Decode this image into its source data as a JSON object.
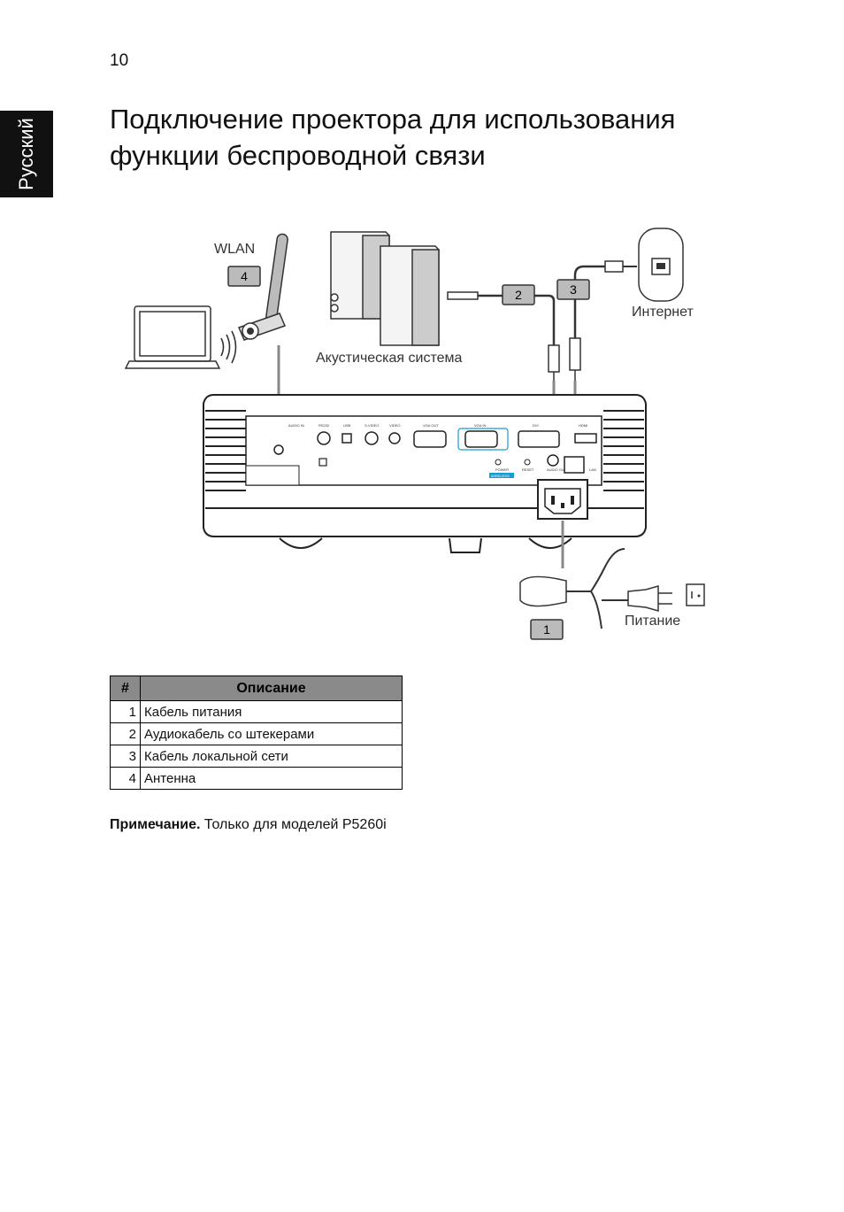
{
  "page_number": "10",
  "language_tab": "Русский",
  "title": "Подключение проектора для использования функции беспроводной связи",
  "diagram": {
    "labels": {
      "wlan": "WLAN",
      "speakers": "Акустическая система",
      "internet": "Интернет",
      "power": "Питание"
    },
    "callouts": [
      "1",
      "2",
      "3",
      "4"
    ],
    "port_labels": [
      "AUDIO IN",
      "RS232",
      "USB",
      "S-VIDEO",
      "VIDEO",
      "VGA OUT",
      "VGA IN",
      "DVI",
      "HDMI",
      "POWER",
      "RESET",
      "AUDIO OUT",
      "LAN",
      "WIRELESS"
    ]
  },
  "table": {
    "headers": [
      "#",
      "Описание"
    ],
    "rows": [
      {
        "num": "1",
        "text": "Кабель питания"
      },
      {
        "num": "2",
        "text": "Аудиокабель со штекерами"
      },
      {
        "num": "3",
        "text": "Кабель локальной сети"
      },
      {
        "num": "4",
        "text": "Антенна"
      }
    ]
  },
  "note": {
    "label": "Примечание.",
    "text": " Только для моделей P5260i"
  }
}
